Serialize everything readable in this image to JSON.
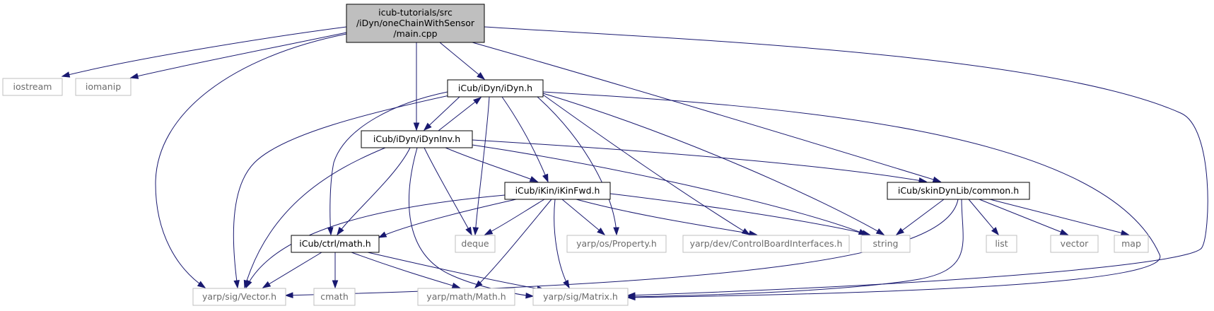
{
  "diagram": {
    "title": "",
    "nodes": [
      {
        "id": "main",
        "lines": [
          "icub-tutorials/src",
          "/iDyn/oneChainWithSensor",
          "/main.cpp"
        ],
        "kind": "root"
      },
      {
        "id": "iostream",
        "lines": [
          "iostream"
        ],
        "kind": "ext"
      },
      {
        "id": "iomanip",
        "lines": [
          "iomanip"
        ],
        "kind": "ext"
      },
      {
        "id": "idyn",
        "lines": [
          "iCub/iDyn/iDyn.h"
        ],
        "kind": "doc"
      },
      {
        "id": "idyninv",
        "lines": [
          "iCub/iDyn/iDynInv.h"
        ],
        "kind": "doc"
      },
      {
        "id": "ikinfwd",
        "lines": [
          "iCub/iKin/iKinFwd.h"
        ],
        "kind": "doc"
      },
      {
        "id": "common",
        "lines": [
          "iCub/skinDynLib/common.h"
        ],
        "kind": "doc"
      },
      {
        "id": "ctrlmath",
        "lines": [
          "iCub/ctrl/math.h"
        ],
        "kind": "doc"
      },
      {
        "id": "deque",
        "lines": [
          "deque"
        ],
        "kind": "ext"
      },
      {
        "id": "property",
        "lines": [
          "yarp/os/Property.h"
        ],
        "kind": "ext"
      },
      {
        "id": "cbi",
        "lines": [
          "yarp/dev/ControlBoardInterfaces.h"
        ],
        "kind": "ext"
      },
      {
        "id": "string",
        "lines": [
          "string"
        ],
        "kind": "ext"
      },
      {
        "id": "list",
        "lines": [
          "list"
        ],
        "kind": "ext"
      },
      {
        "id": "vector",
        "lines": [
          "vector"
        ],
        "kind": "ext"
      },
      {
        "id": "map",
        "lines": [
          "map"
        ],
        "kind": "ext"
      },
      {
        "id": "sigvector",
        "lines": [
          "yarp/sig/Vector.h"
        ],
        "kind": "ext"
      },
      {
        "id": "cmath",
        "lines": [
          "cmath"
        ],
        "kind": "ext"
      },
      {
        "id": "mathmath",
        "lines": [
          "yarp/math/Math.h"
        ],
        "kind": "ext"
      },
      {
        "id": "matrix",
        "lines": [
          "yarp/sig/Matrix.h"
        ],
        "kind": "ext"
      }
    ],
    "edges": [
      {
        "from": "main",
        "to": "iostream"
      },
      {
        "from": "main",
        "to": "iomanip"
      },
      {
        "from": "main",
        "to": "idyn"
      },
      {
        "from": "main",
        "to": "idyninv"
      },
      {
        "from": "main",
        "to": "sigvector"
      },
      {
        "from": "main",
        "to": "common"
      },
      {
        "from": "main",
        "to": "matrix"
      },
      {
        "from": "idyn",
        "to": "idyninv"
      },
      {
        "from": "idyninv",
        "to": "idyn"
      },
      {
        "from": "idyn",
        "to": "ctrlmath"
      },
      {
        "from": "idyn",
        "to": "sigvector"
      },
      {
        "from": "idyn",
        "to": "deque"
      },
      {
        "from": "idyn",
        "to": "ikinfwd"
      },
      {
        "from": "idyn",
        "to": "property"
      },
      {
        "from": "idyn",
        "to": "cbi"
      },
      {
        "from": "idyn",
        "to": "string"
      },
      {
        "from": "idyn",
        "to": "matrix"
      },
      {
        "from": "idyninv",
        "to": "sigvector"
      },
      {
        "from": "idyninv",
        "to": "ctrlmath"
      },
      {
        "from": "idyninv",
        "to": "deque"
      },
      {
        "from": "idyninv",
        "to": "ikinfwd"
      },
      {
        "from": "idyninv",
        "to": "matrix"
      },
      {
        "from": "idyninv",
        "to": "string"
      },
      {
        "from": "idyninv",
        "to": "common"
      },
      {
        "from": "ikinfwd",
        "to": "sigvector"
      },
      {
        "from": "ikinfwd",
        "to": "ctrlmath"
      },
      {
        "from": "ikinfwd",
        "to": "deque"
      },
      {
        "from": "ikinfwd",
        "to": "property"
      },
      {
        "from": "ikinfwd",
        "to": "cbi"
      },
      {
        "from": "ikinfwd",
        "to": "string"
      },
      {
        "from": "ikinfwd",
        "to": "mathmath"
      },
      {
        "from": "ikinfwd",
        "to": "matrix"
      },
      {
        "from": "common",
        "to": "string"
      },
      {
        "from": "common",
        "to": "list"
      },
      {
        "from": "common",
        "to": "vector"
      },
      {
        "from": "common",
        "to": "map"
      },
      {
        "from": "common",
        "to": "sigvector"
      },
      {
        "from": "common",
        "to": "matrix"
      },
      {
        "from": "ctrlmath",
        "to": "sigvector"
      },
      {
        "from": "ctrlmath",
        "to": "cmath"
      },
      {
        "from": "ctrlmath",
        "to": "mathmath"
      },
      {
        "from": "ctrlmath",
        "to": "matrix"
      }
    ]
  }
}
